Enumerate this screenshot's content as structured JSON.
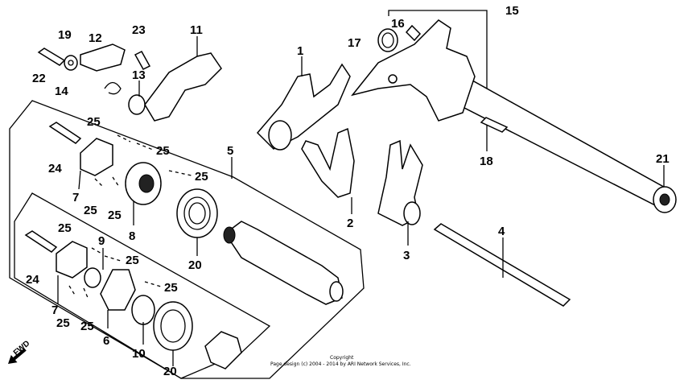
{
  "callouts": {
    "c1": "1",
    "c2": "2",
    "c3": "3",
    "c4": "4",
    "c5": "5",
    "c6": "6",
    "c7a": "7",
    "c7b": "7",
    "c8": "8",
    "c9": "9",
    "c10": "10",
    "c11": "11",
    "c12": "12",
    "c13": "13",
    "c14": "14",
    "c15": "15",
    "c16": "16",
    "c17": "17",
    "c18": "18",
    "c19": "19",
    "c20a": "20",
    "c20b": "20",
    "c21": "21",
    "c22": "22",
    "c23": "23",
    "c24a": "24",
    "c24b": "24",
    "c25a": "25",
    "c25b": "25",
    "c25c": "25",
    "c25d": "25",
    "c25e": "25",
    "c25f": "25",
    "c25g": "25",
    "c25h": "25",
    "c25i": "25",
    "c25j": "25"
  },
  "fwd_label": "FWD",
  "copyright_line1": "Copyright",
  "copyright_line2": "Page design (c) 2004 - 2014 by ARI Network Services, Inc."
}
